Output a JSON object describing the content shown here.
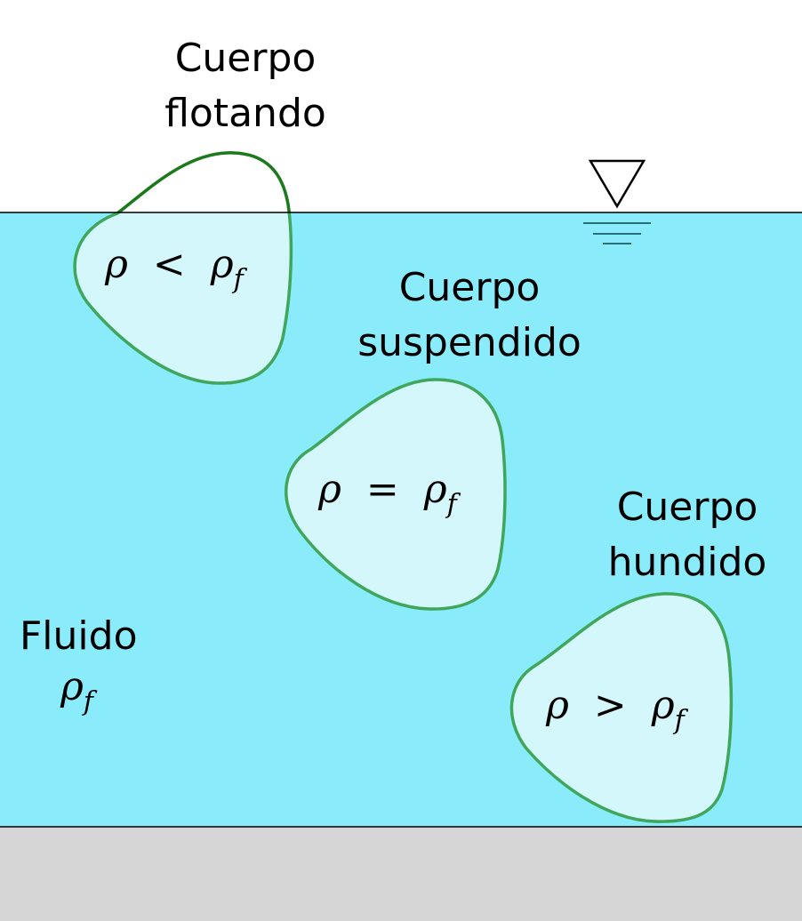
{
  "colors": {
    "air": "#ffffff",
    "fluid": "#8aecfb",
    "body_fill": "#d4f7fc",
    "body_stroke": "#3fa65c",
    "body_stroke_above_surface": "#1c7a1c",
    "ground": "#d6d6d6",
    "line": "#000000",
    "water_level_marks": "#2a6f77"
  },
  "icons": {
    "water_level": "inverted-triangle-water-level-icon"
  },
  "fluid": {
    "label": "Fluido",
    "density_symbol": "ρ",
    "density_subscript": "f"
  },
  "bodies": [
    {
      "id": "floating",
      "label_line1": "Cuerpo",
      "label_line2": "flotando",
      "relation": {
        "lhs": "ρ",
        "op": "<",
        "rhs": "ρ",
        "rhs_sub": "f"
      }
    },
    {
      "id": "suspended",
      "label_line1": "Cuerpo",
      "label_line2": "suspendido",
      "relation": {
        "lhs": "ρ",
        "op": "=",
        "rhs": "ρ",
        "rhs_sub": "f"
      }
    },
    {
      "id": "sunk",
      "label_line1": "Cuerpo",
      "label_line2": "hundido",
      "relation": {
        "lhs": "ρ",
        "op": ">",
        "rhs": "ρ",
        "rhs_sub": "f"
      }
    }
  ]
}
